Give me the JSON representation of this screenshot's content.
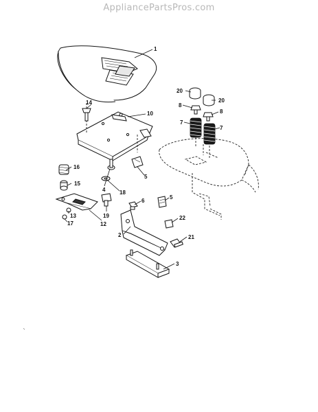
{
  "watermark": "AppliancePartsPros.com",
  "callouts": [
    {
      "id": "1",
      "label": "1"
    },
    {
      "id": "2",
      "label": "2"
    },
    {
      "id": "3",
      "label": "3"
    },
    {
      "id": "4",
      "label": "4"
    },
    {
      "id": "5a",
      "label": "5"
    },
    {
      "id": "5b",
      "label": "5"
    },
    {
      "id": "6",
      "label": "6"
    },
    {
      "id": "7a",
      "label": "7"
    },
    {
      "id": "7b",
      "label": "7"
    },
    {
      "id": "8a",
      "label": "8"
    },
    {
      "id": "8b",
      "label": "8"
    },
    {
      "id": "10",
      "label": "10"
    },
    {
      "id": "12",
      "label": "12"
    },
    {
      "id": "13",
      "label": "13"
    },
    {
      "id": "14",
      "label": "14"
    },
    {
      "id": "15",
      "label": "15"
    },
    {
      "id": "16",
      "label": "16"
    },
    {
      "id": "17",
      "label": "17"
    },
    {
      "id": "18",
      "label": "18"
    },
    {
      "id": "19",
      "label": "19"
    },
    {
      "id": "20a",
      "label": "20"
    },
    {
      "id": "20b",
      "label": "20"
    },
    {
      "id": "21",
      "label": "21"
    },
    {
      "id": "22",
      "label": "22"
    }
  ]
}
